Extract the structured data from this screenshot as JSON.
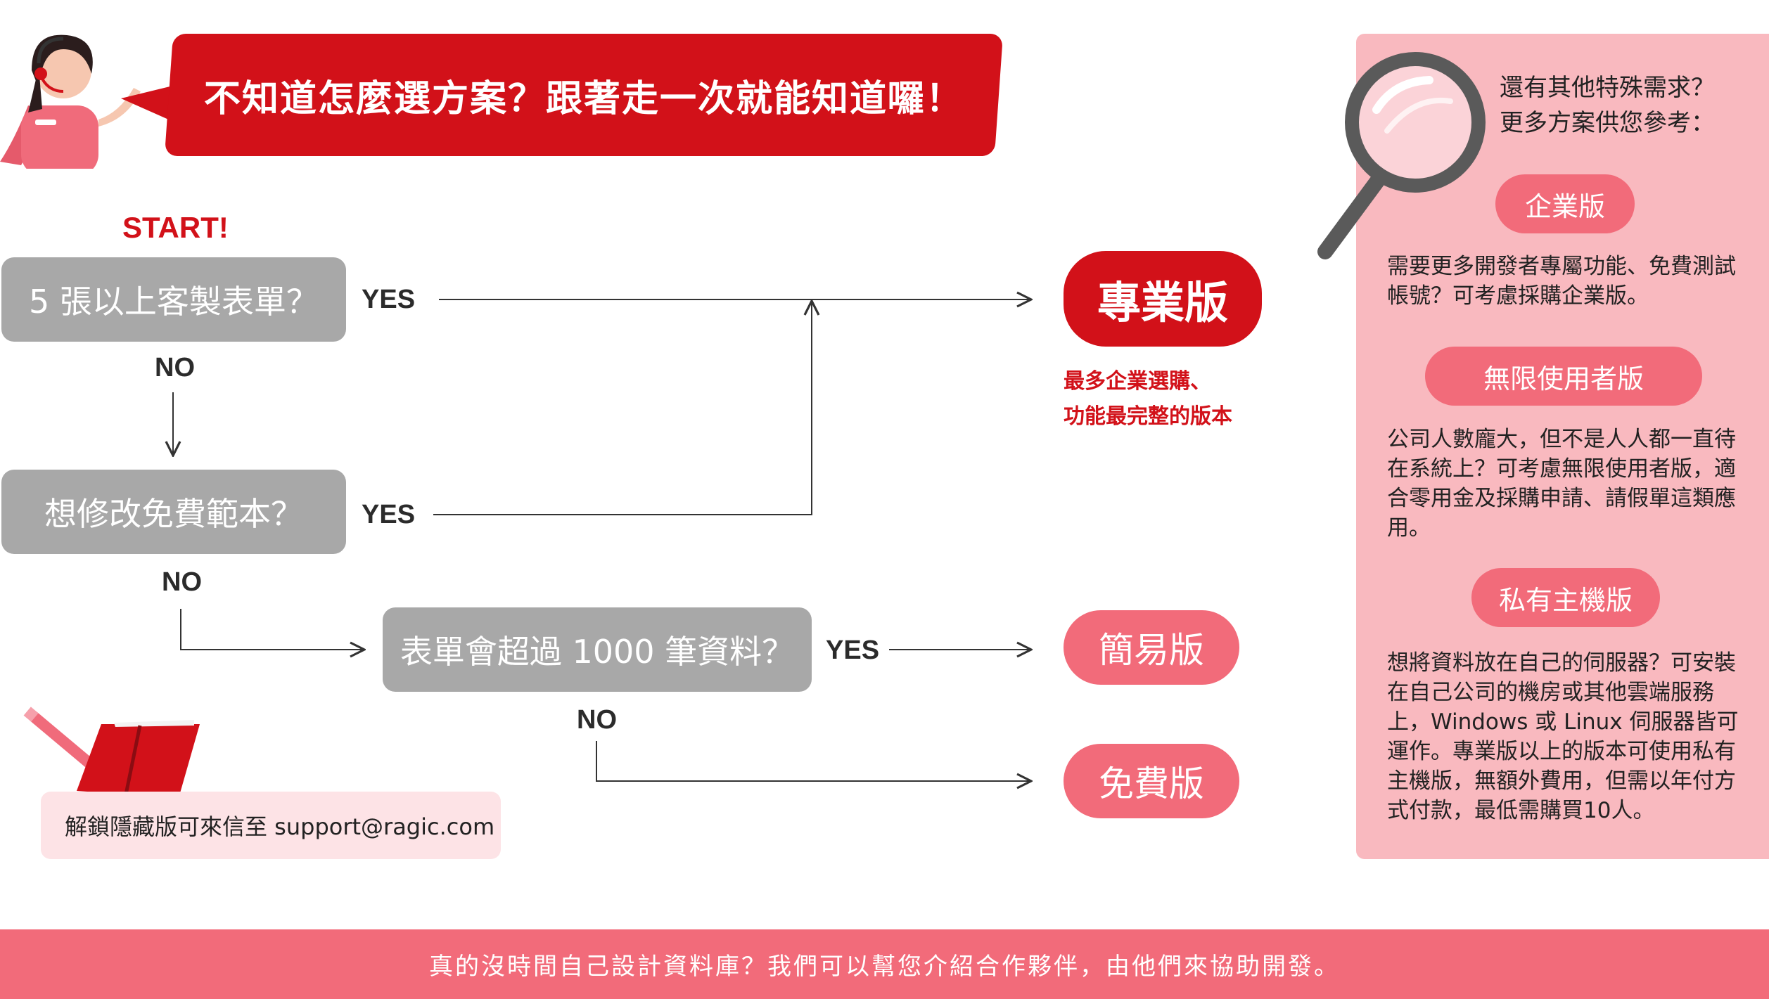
{
  "header": {
    "title": "不知道怎麼選方案？跟著走一次就能知道囉！"
  },
  "flow": {
    "start": "START!",
    "q1": "5 張以上客製表單？",
    "q2": "想修改免費範本？",
    "q3": "表單會超過 1000 筆資料？",
    "yes": "YES",
    "no": "NO"
  },
  "plans": {
    "pro": {
      "name": "專業版",
      "desc_line1": "最多企業選購、",
      "desc_line2": "功能最完整的版本"
    },
    "basic": {
      "name": "簡易版"
    },
    "free": {
      "name": "免費版"
    }
  },
  "note": {
    "text": "解鎖隱藏版可來信至 support@ragic.com"
  },
  "panel": {
    "intro_line1": "還有其他特殊需求？",
    "intro_line2": "更多方案供您參考：",
    "enterprise": {
      "name": "企業版",
      "desc": "需要更多開發者專屬功能、免費測試帳號？可考慮採購企業版。"
    },
    "unlimited": {
      "name": "無限使用者版",
      "desc": "公司人數龐大，但不是人人都一直待在系統上？可考慮無限使用者版，適合零用金及採購申請、請假單這類應用。"
    },
    "private": {
      "name": "私有主機版",
      "desc": "想將資料放在自己的伺服器？可安裝在自己公司的機房或其他雲端服務上，Windows 或 Linux 伺服器皆可運作。專業版以上的版本可使用私有主機版，無額外費用，但需以年付方式付款，最低需購買10人。"
    }
  },
  "footer": {
    "text": "真的沒時間自己設計資料庫？我們可以幫您介紹合作夥伴，由他們來協助開發。"
  },
  "colors": {
    "primary_red": "#d21119",
    "pink": "#f26b7a",
    "light_pink": "#f9b9bf",
    "gray": "#a8a8a8"
  }
}
